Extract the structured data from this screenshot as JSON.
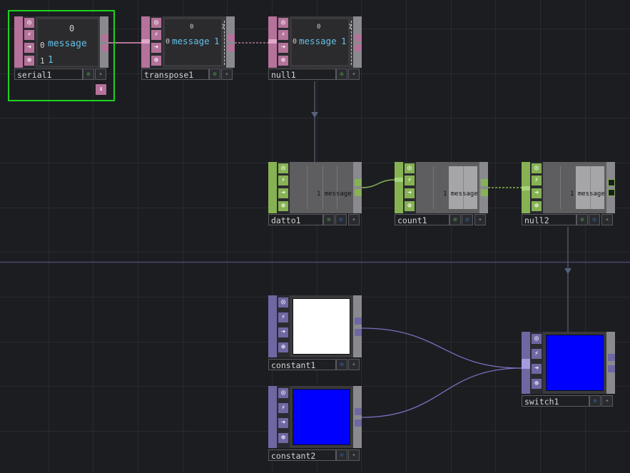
{
  "colors": {
    "background": "#1c1d21",
    "grid_line": "#2a2b30",
    "dat_family": "#b5729a",
    "chop_family": "#86b253",
    "top_family": "#6e67a2",
    "selection": "#1fd21f",
    "constant1_color": "#ffffff",
    "constant2_color": "#0000ff",
    "switch1_color": "#0000ff"
  },
  "icons": [
    "viewer-toggle-icon",
    "cook-icon",
    "bypass-arrow-icon",
    "lock-icon",
    "flag-icon",
    "ok-icon",
    "wire-arrow-icon"
  ],
  "nodes": {
    "serial1": {
      "name": "serial1",
      "table": {
        "col_header": "0",
        "rows": [
          {
            "index": "0",
            "value": "message"
          },
          {
            "index": "1",
            "value": "1"
          }
        ]
      }
    },
    "transpose1": {
      "name": "transpose1",
      "table": {
        "col_headers": [
          "0",
          "1"
        ],
        "row_index": "0",
        "values": [
          "message",
          "1"
        ]
      }
    },
    "null1": {
      "name": "null1",
      "table": {
        "col_headers": [
          "0",
          "1"
        ],
        "row_index": "0",
        "values": [
          "message",
          "1"
        ]
      }
    },
    "datto1": {
      "name": "datto1",
      "channel_text": "1 message"
    },
    "count1": {
      "name": "count1",
      "channel_text": "1 message"
    },
    "null2": {
      "name": "null2",
      "channel_text": "1 message"
    },
    "constant1": {
      "name": "constant1"
    },
    "constant2": {
      "name": "constant2"
    },
    "switch1": {
      "name": "switch1"
    }
  }
}
